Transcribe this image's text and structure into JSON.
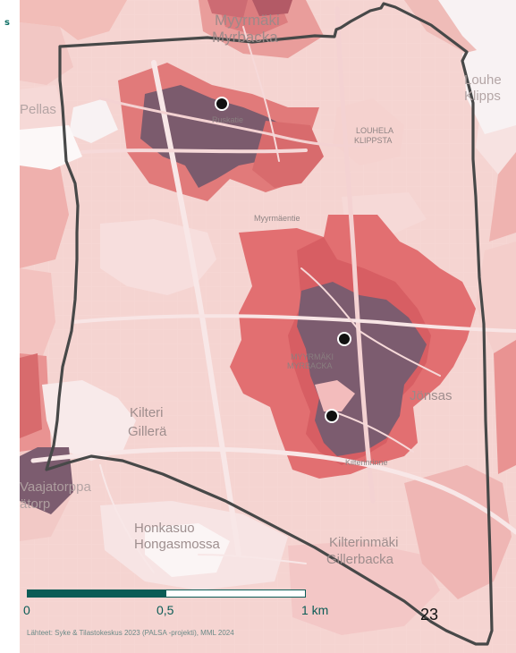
{
  "map": {
    "places": [
      {
        "label": "Myyrmäki",
        "class": "big"
      },
      {
        "label": "Myrbacka",
        "class": "big"
      },
      {
        "label": "Louhe",
        "class": "mid lighter"
      },
      {
        "label": "Klipps",
        "class": "mid lighter"
      },
      {
        "label": "Pellas",
        "class": "mid lighter"
      },
      {
        "label": "LOUHELA",
        "class": "small"
      },
      {
        "label": "KLIPPSTA",
        "class": "small"
      },
      {
        "label": "MYYRMÄKI",
        "class": "small"
      },
      {
        "label": "MYRBACKA",
        "class": "small"
      },
      {
        "label": "Jönsas",
        "class": "mid"
      },
      {
        "label": "Kilteri",
        "class": "mid"
      },
      {
        "label": "Gillerä",
        "class": "mid"
      },
      {
        "label": "Vaajatorppa",
        "class": "mid lighter"
      },
      {
        "label": "ätorp",
        "class": "mid lighter"
      },
      {
        "label": "Honkasuo",
        "class": "mid"
      },
      {
        "label": "Hongasmossa",
        "class": "mid"
      },
      {
        "label": "Kilterinmäki",
        "class": "mid"
      },
      {
        "label": "Gillerbacka",
        "class": "mid"
      },
      {
        "label": "Ruskatie",
        "class": "small"
      },
      {
        "label": "Myyrmäentie",
        "class": "small"
      },
      {
        "label": "Kilterinrinne",
        "class": "small"
      }
    ],
    "poi_count": 3
  },
  "scale": {
    "labels": [
      "0",
      "0,5",
      "1 km"
    ]
  },
  "source_text": "Lähteet: Syke & Tilastokeskus 2023 (PALSA -projekti), MML 2024",
  "page_number": "23",
  "left_strip_text": "s",
  "colors": {
    "light_pink": "#f5d4d1",
    "mid_pink": "#e88e8c",
    "red": "#e26f71",
    "dark_red": "#b35a66",
    "purple": "#7c5c6f",
    "teal": "#0b5c56",
    "white_patch": "#f8f2f3"
  }
}
